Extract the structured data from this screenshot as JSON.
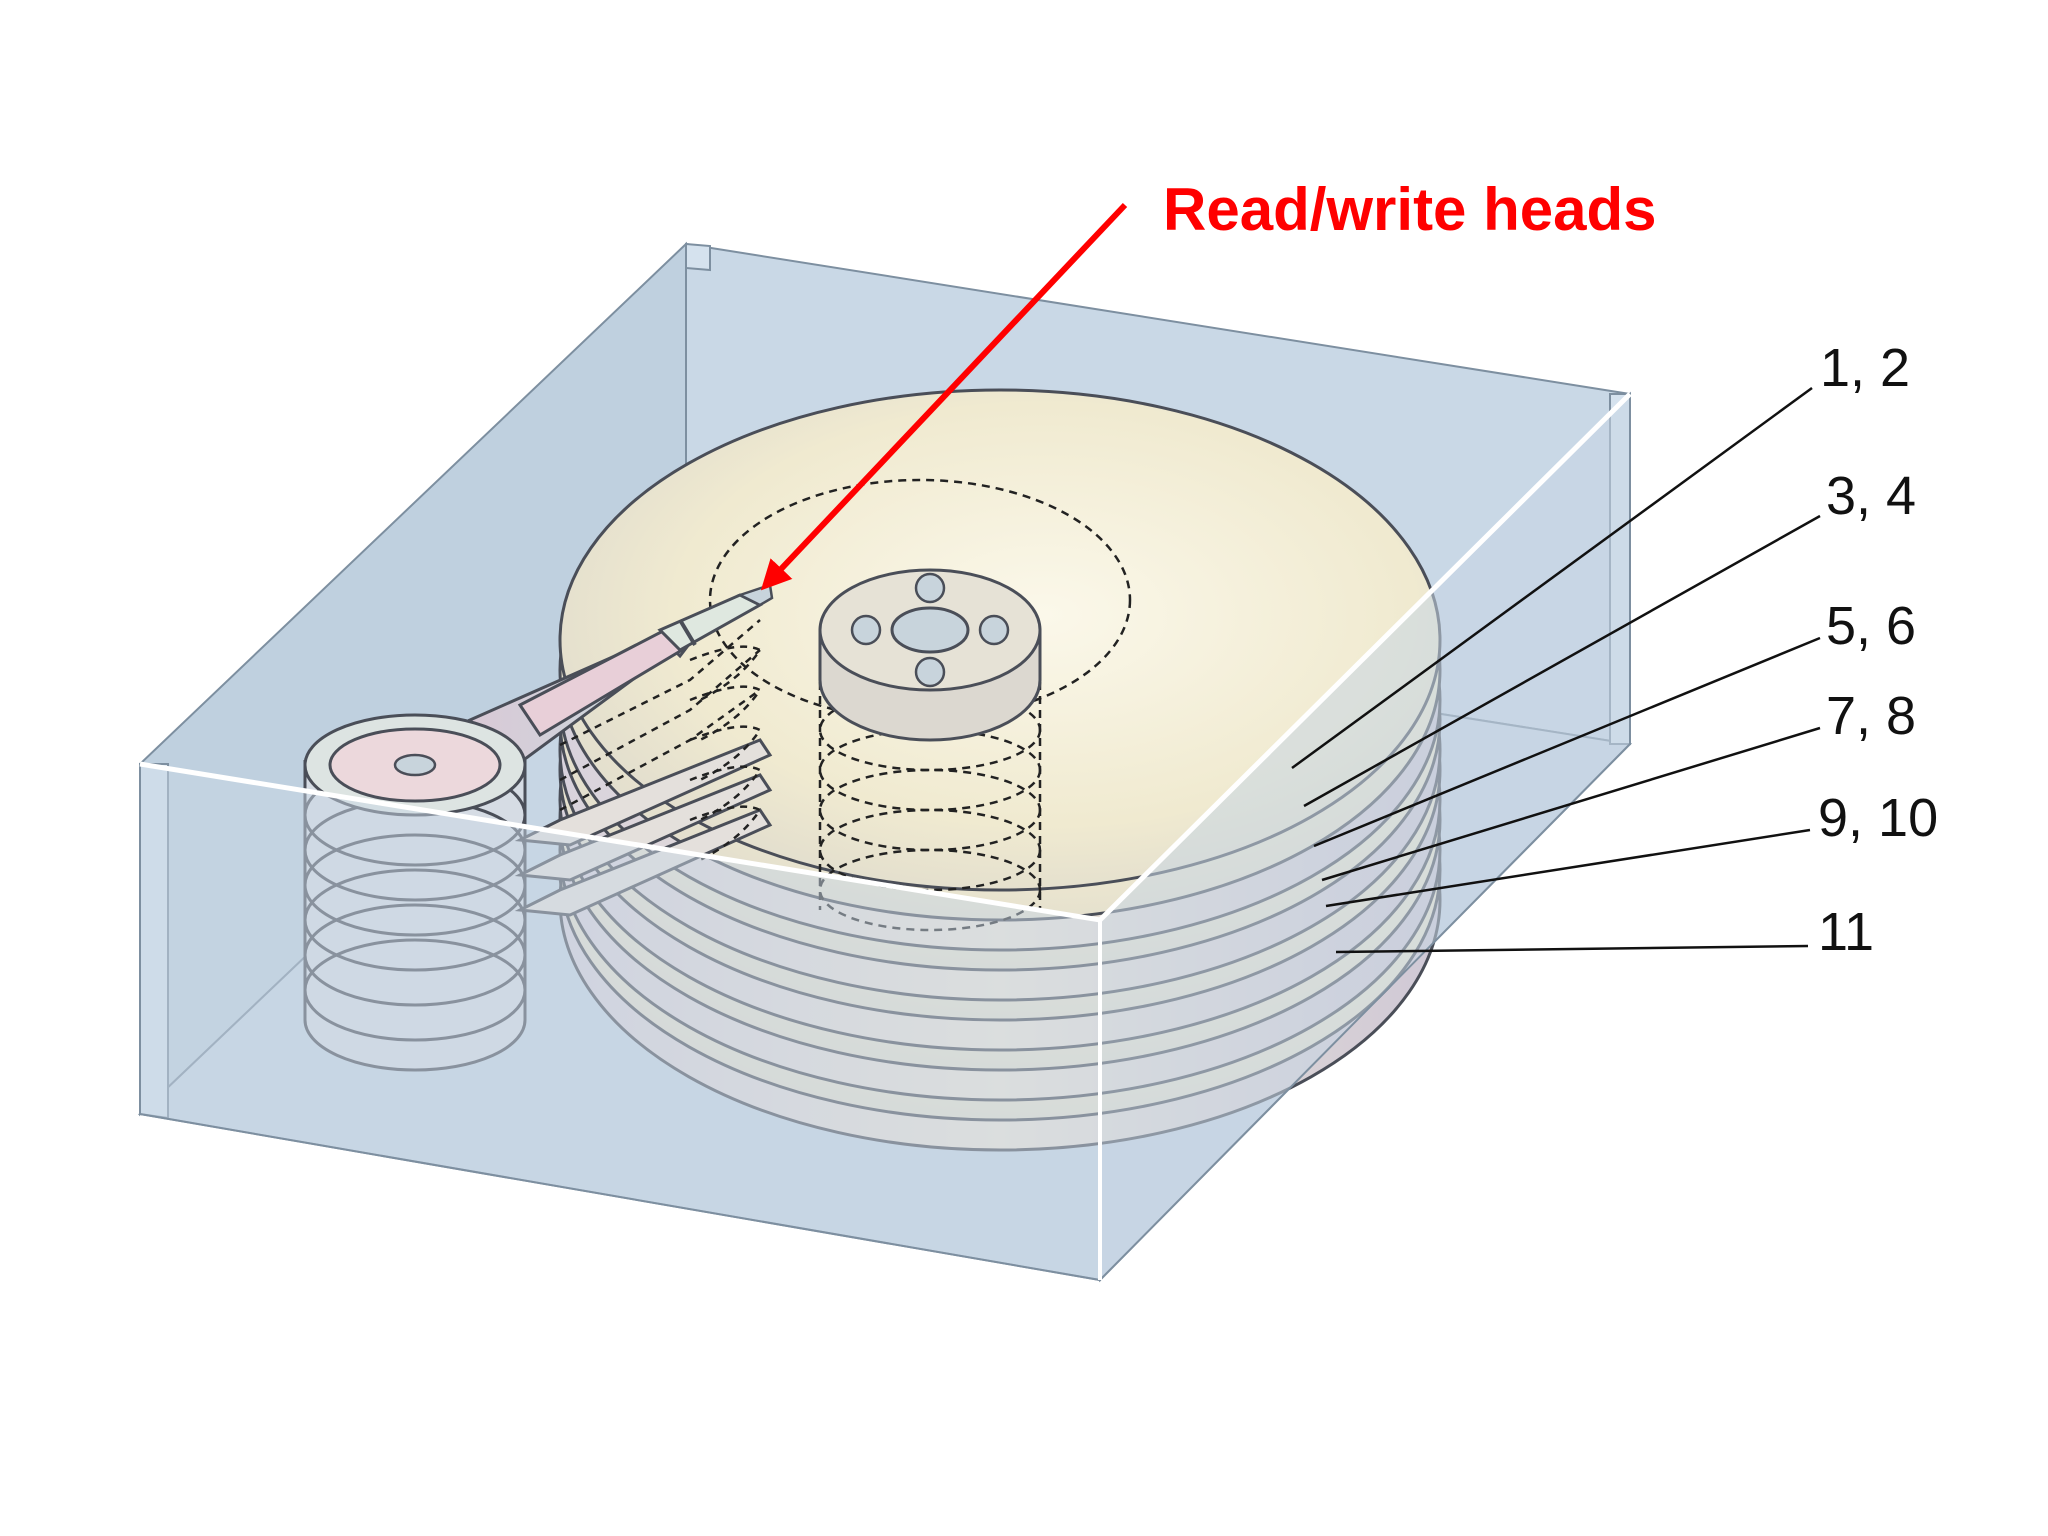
{
  "diagram": {
    "heads_label": "Read/write heads",
    "surface_labels": [
      "1, 2",
      "3, 4",
      "5, 6",
      "7, 8",
      "9, 10",
      "11"
    ],
    "colors": {
      "annotation": "#ff0000",
      "case": "#c7d6e4",
      "platter_top": "#f1ecd4",
      "platter_edge": "#c9c3cf"
    }
  }
}
